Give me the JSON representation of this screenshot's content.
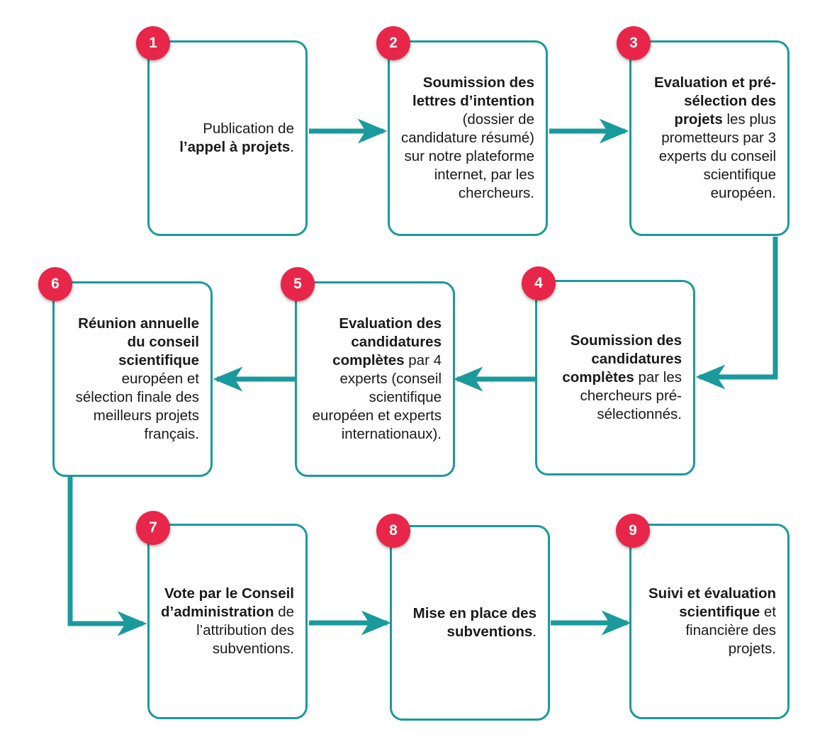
{
  "colors": {
    "box_border": "#1a9a9c",
    "arrow": "#1a9a9c",
    "badge": "#e8264a"
  },
  "steps": [
    {
      "number": "1",
      "parts": [
        {
          "text": "Publication de ",
          "bold": false
        },
        {
          "text": "l’appel à projets",
          "bold": true
        },
        {
          "text": ".",
          "bold": false
        }
      ]
    },
    {
      "number": "2",
      "parts": [
        {
          "text": "Soumission des lettres d’intention",
          "bold": true
        },
        {
          "text": " (dossier de candidature résumé) sur notre plateforme internet, par les chercheurs.",
          "bold": false
        }
      ]
    },
    {
      "number": "3",
      "parts": [
        {
          "text": "Evaluation et pré-sélection des projets",
          "bold": true
        },
        {
          "text": " les plus prometteurs par 3 experts du conseil scientifique européen.",
          "bold": false
        }
      ]
    },
    {
      "number": "4",
      "parts": [
        {
          "text": "Soumission des candidatures complètes",
          "bold": true
        },
        {
          "text": " par les chercheurs pré-sélectionnés.",
          "bold": false
        }
      ]
    },
    {
      "number": "5",
      "parts": [
        {
          "text": "Evaluation des candidatures complètes",
          "bold": true
        },
        {
          "text": " par 4 experts (conseil scientifique européen et experts internationaux).",
          "bold": false
        }
      ]
    },
    {
      "number": "6",
      "parts": [
        {
          "text": "Réunion annuelle du conseil scientifique",
          "bold": true
        },
        {
          "text": " européen et sélection finale des meilleurs projets français.",
          "bold": false
        }
      ]
    },
    {
      "number": "7",
      "parts": [
        {
          "text": "Vote par le Conseil d’administration",
          "bold": true
        },
        {
          "text": " de l’attribution des subventions.",
          "bold": false
        }
      ]
    },
    {
      "number": "8",
      "parts": [
        {
          "text": "Mise en place des subventions",
          "bold": true
        },
        {
          "text": ".",
          "bold": false
        }
      ]
    },
    {
      "number": "9",
      "parts": [
        {
          "text": "Suivi et évaluation scientifique",
          "bold": true
        },
        {
          "text": " et financière des projets.",
          "bold": false
        }
      ]
    }
  ]
}
